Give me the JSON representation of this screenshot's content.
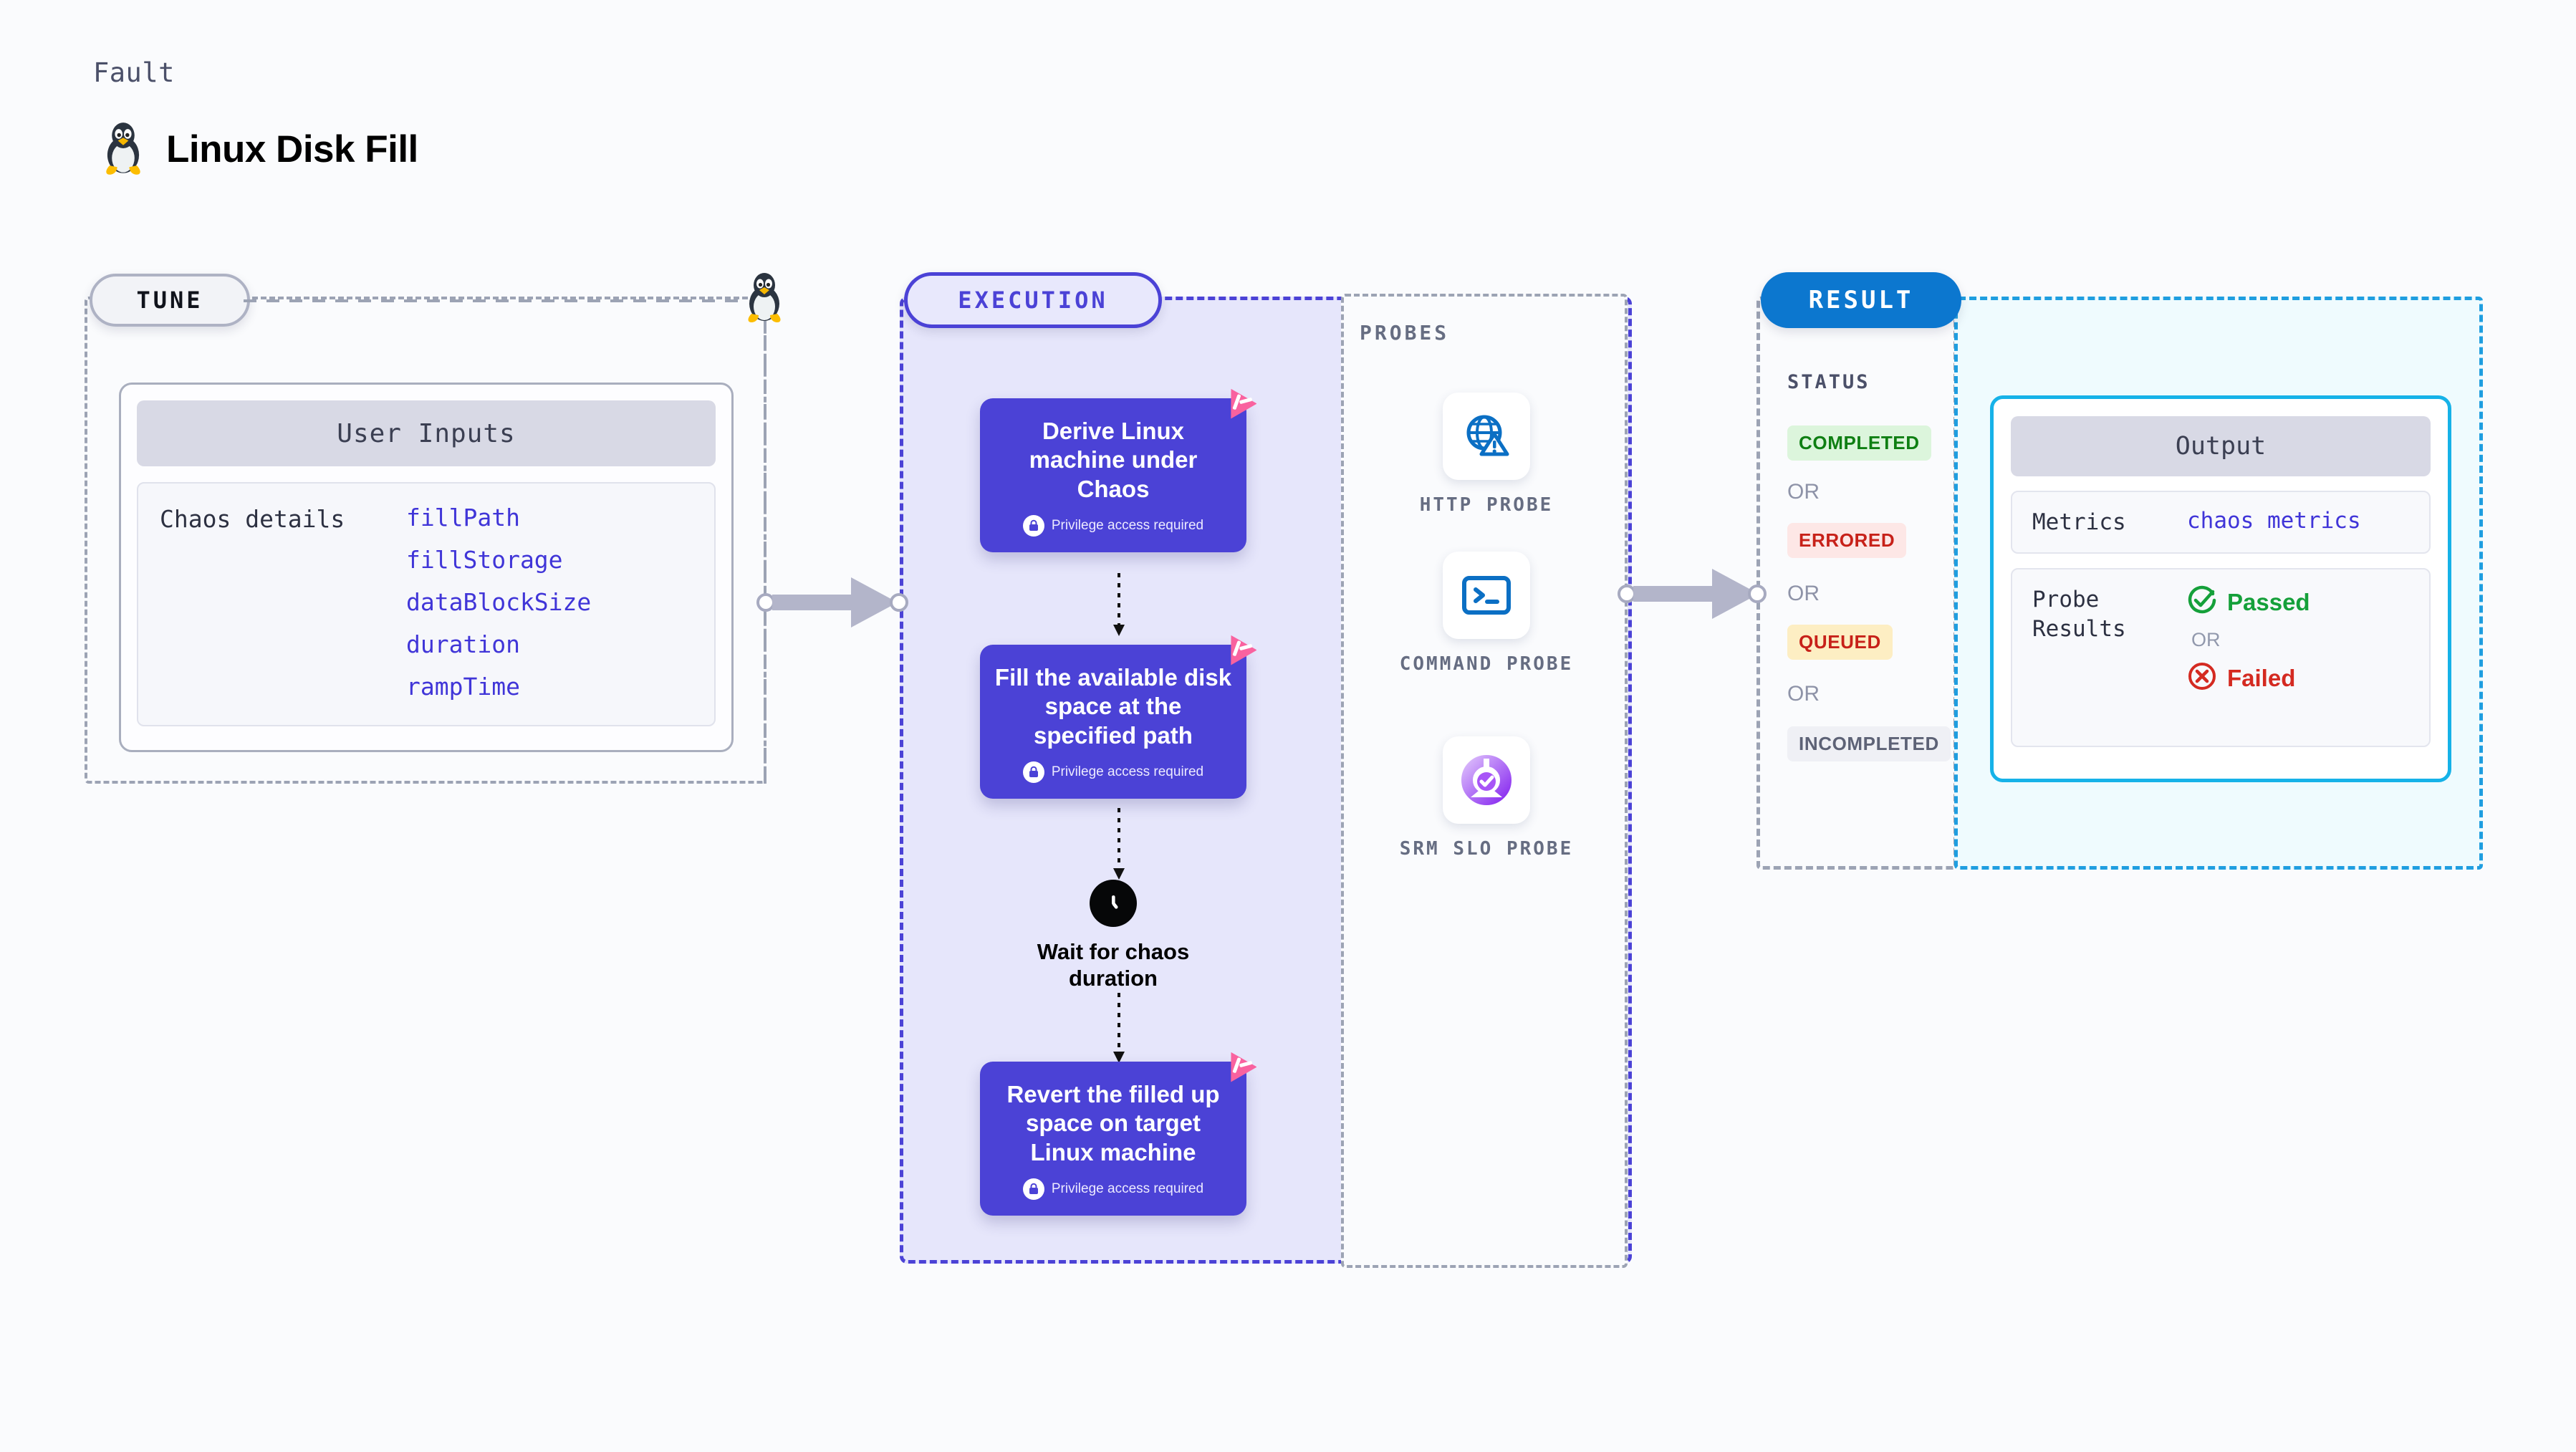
{
  "header": {
    "kicker": "Fault",
    "title": "Linux Disk Fill",
    "icon": "linux-tux-icon"
  },
  "tune": {
    "badge": "TUNE",
    "card_title": "User Inputs",
    "row_key": "Chaos details",
    "inputs": [
      "fillPath",
      "fillStorage",
      "dataBlockSize",
      "duration",
      "rampTime"
    ]
  },
  "execution": {
    "badge": "EXECUTION",
    "privilege_note": "Privilege access required",
    "steps": [
      {
        "label": "Derive Linux machine under Chaos",
        "privileged": true,
        "marker": "chaos-marker-icon"
      },
      {
        "label": "Fill the available disk space at the specified path",
        "privileged": true,
        "marker": "chaos-marker-icon"
      },
      {
        "label": "Revert the filled up space on target Linux machine",
        "privileged": true,
        "marker": "chaos-marker-icon"
      }
    ],
    "wait": {
      "label": "Wait for chaos duration",
      "icon": "clock-icon"
    }
  },
  "probes": {
    "label": "PROBES",
    "items": [
      {
        "name": "HTTP PROBE",
        "icon": "globe-warning-icon"
      },
      {
        "name": "COMMAND PROBE",
        "icon": "terminal-icon"
      },
      {
        "name": "SRM SLO PROBE",
        "icon": "slo-donut-check-icon"
      }
    ]
  },
  "result": {
    "badge": "RESULT",
    "status_label": "STATUS",
    "or": "OR",
    "statuses": [
      {
        "label": "COMPLETED",
        "bg": "#dcf5dc",
        "fg": "#0f7f13"
      },
      {
        "label": "ERRORED",
        "bg": "#fde7e6",
        "fg": "#c72119"
      },
      {
        "label": "QUEUED",
        "bg": "#fdeec3",
        "fg": "#c72119"
      },
      {
        "label": "INCOMPLETED",
        "bg": "#eff0f5",
        "fg": "#5d6276"
      }
    ]
  },
  "output": {
    "card_title": "Output",
    "metrics_key": "Metrics",
    "metrics_value": "chaos metrics",
    "probe_results_key": "Probe Results",
    "passed": "Passed",
    "failed": "Failed",
    "or": "OR"
  },
  "colors": {
    "brand_purple": "#4b42d6",
    "result_blue": "#0c77cf",
    "output_cyan": "#16b2e8",
    "chaos_pink": "#f9629f",
    "passed_green": "#15a03a",
    "failed_red": "#d42a21"
  }
}
